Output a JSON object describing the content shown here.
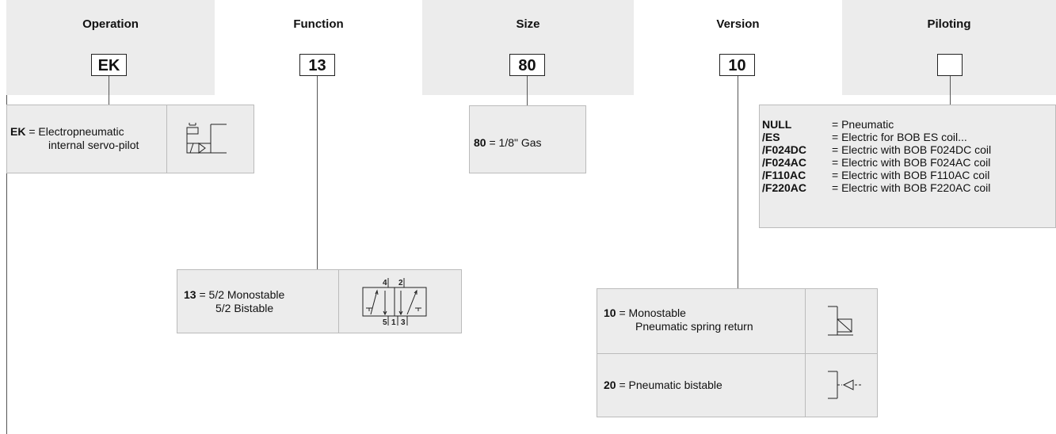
{
  "columns": [
    {
      "title": "Operation",
      "code": "EK"
    },
    {
      "title": "Function",
      "code": "13"
    },
    {
      "title": "Size",
      "code": "80"
    },
    {
      "title": "Version",
      "code": "10"
    },
    {
      "title": "Piloting",
      "code": ""
    }
  ],
  "operation": {
    "code": "EK",
    "eq": "= Electropneumatic",
    "line2": "internal servo-pilot"
  },
  "function": {
    "code": "13",
    "eq": "= 5/2 Monostable",
    "line2": "5/2 Bistable",
    "port_labels": {
      "p4": "4",
      "p2": "2",
      "p5": "5",
      "p1": "1",
      "p3": "3"
    }
  },
  "size": {
    "code": "80",
    "eq": "= 1/8\" Gas"
  },
  "version": {
    "rows": [
      {
        "code": "10",
        "eq": "= Monostable",
        "line2": "Pneumatic spring return"
      },
      {
        "code": "20",
        "eq": "= Pneumatic bistable",
        "line2": ""
      }
    ]
  },
  "piloting": {
    "rows": [
      {
        "code": "NULL",
        "desc": "= Pneumatic"
      },
      {
        "code": "/ES",
        "desc": "= Electric for BOB ES coil..."
      },
      {
        "code": "/F024DC",
        "desc": "= Electric with BOB F024DC coil"
      },
      {
        "code": "/F024AC",
        "desc": "= Electric with BOB F024AC coil"
      },
      {
        "code": "/F110AC",
        "desc": "= Electric with BOB F110AC coil"
      },
      {
        "code": "/F220AC",
        "desc": "= Electric with BOB F220AC coil"
      }
    ]
  }
}
